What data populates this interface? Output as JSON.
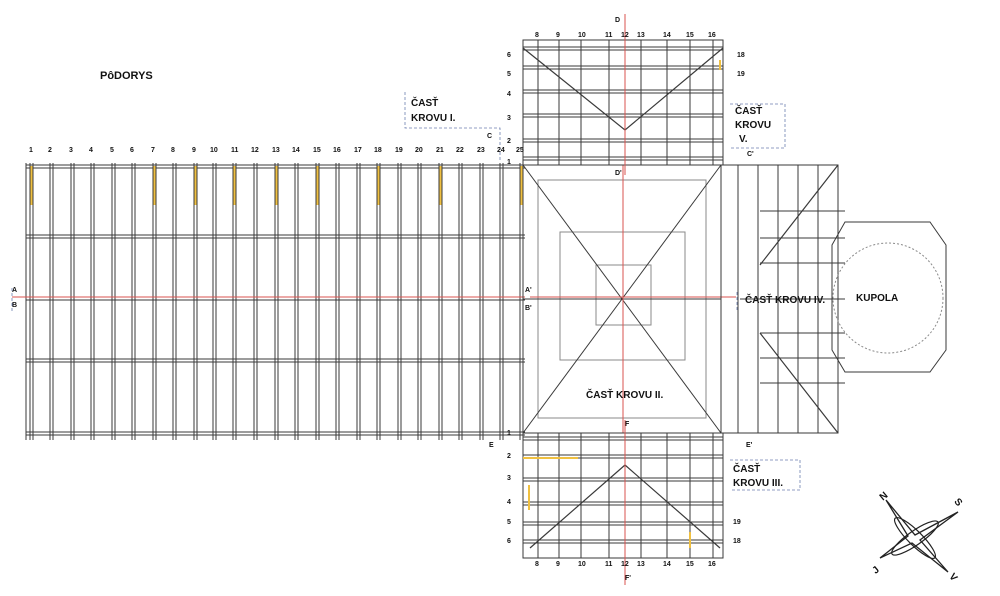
{
  "title": "PôDORYS",
  "sections": {
    "s1_line1": "ČASŤ",
    "s1_line2": "KROVU I.",
    "s2": "ČASŤ KROVU II.",
    "s3_line1": "ČASŤ",
    "s3_line2": "KROVU III.",
    "s4": "ČASŤ KROVU IV.",
    "s5_line1": "ČASŤ",
    "s5_line2": "KROVU",
    "s5_line3": "V.",
    "kupola": "KUPOLA"
  },
  "section_marks": {
    "A": "A",
    "B": "B",
    "A2": "A'",
    "B2": "B'",
    "C": "C",
    "C2": "C'",
    "D": "D",
    "D2": "D'",
    "E": "E",
    "E2": "E'",
    "F": "F",
    "F2": "F'"
  },
  "axes_main": [
    "1",
    "2",
    "3",
    "4",
    "5",
    "6",
    "7",
    "8",
    "9",
    "10",
    "11",
    "12",
    "13",
    "14",
    "15",
    "16",
    "17",
    "18",
    "19",
    "20",
    "21",
    "22",
    "23",
    "24",
    "25"
  ],
  "axes_top": [
    "8",
    "9",
    "10",
    "11",
    "12",
    "13",
    "14",
    "15",
    "16"
  ],
  "axes_top_left": [
    "6",
    "5",
    "4",
    "3",
    "2",
    "1"
  ],
  "axes_top_right": [
    "18",
    "19"
  ],
  "axes_bottom": [
    "8",
    "9",
    "10",
    "11",
    "12",
    "13",
    "14",
    "15",
    "16"
  ],
  "axes_bottom_left": [
    "1",
    "2",
    "3",
    "4",
    "5",
    "6"
  ],
  "axes_bottom_right": [
    "19",
    "18"
  ],
  "compass": {
    "n": "N",
    "s": "S",
    "j": "J",
    "v": "V"
  }
}
